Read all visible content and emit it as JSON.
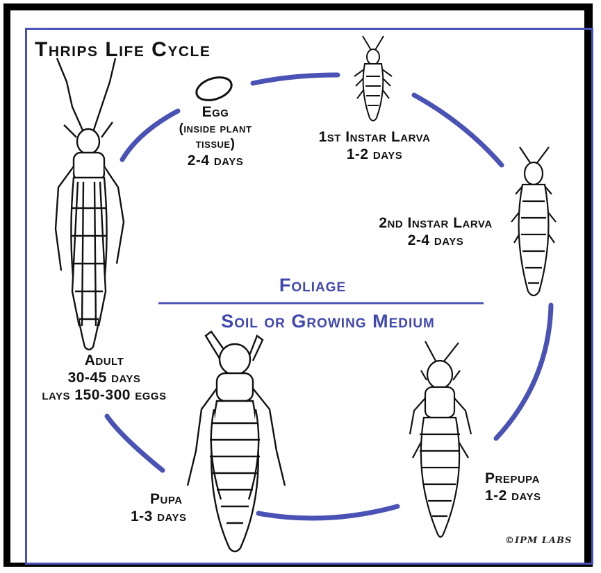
{
  "title": "Thrips Life Cycle",
  "zones": {
    "upper": "Foliage",
    "lower": "Soil or Growing Medium"
  },
  "stages": {
    "egg": {
      "name": "Egg",
      "note_line1": "(inside plant",
      "note_line2": "tissue)",
      "duration": "2-4 days"
    },
    "larva1": {
      "name": "1st Instar Larva",
      "duration": "1-2 days"
    },
    "larva2": {
      "name": "2nd Instar Larva",
      "duration": "2-4 days"
    },
    "prepupa": {
      "name": "Prepupa",
      "duration": "1-2 days"
    },
    "pupa": {
      "name": "Pupa",
      "duration": "1-3 days"
    },
    "adult": {
      "name": "Adult",
      "duration": "30-45 days",
      "eggs": "lays 150-300 eggs"
    }
  },
  "credit": "©IPM LABS",
  "colors": {
    "cycle_arc": "#4a52b5",
    "frame_border": "#4a52b5",
    "zone_text": "#4048b0",
    "ink": "#111111"
  }
}
